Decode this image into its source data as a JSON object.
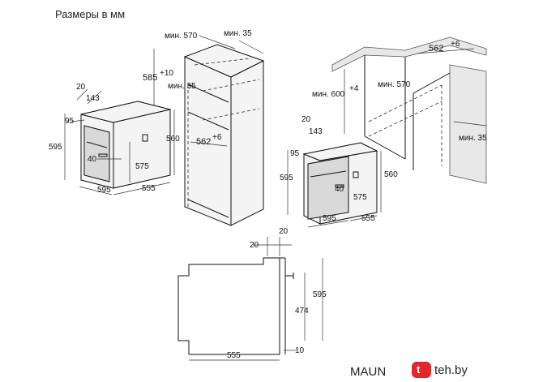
{
  "title": "Размеры в мм",
  "left_oven": {
    "w_595": "595",
    "h_595": "595",
    "d_555": "555",
    "d_20": "20",
    "d_143": "143",
    "d_95": "95",
    "d_40": "40",
    "h_575": "575",
    "h_560": "560"
  },
  "column": {
    "min_570": "мин. 570",
    "min_35_top": "мин. 35",
    "h_585": "585",
    "h_585_sup": "+10",
    "min_35_mid": "мин. 35",
    "d_562": "562",
    "d_562_sup": "+6"
  },
  "right_oven": {
    "w_595": "595",
    "h_595": "595",
    "d_555": "555",
    "d_20": "20",
    "d_143": "143",
    "d_95": "95",
    "d_40": "40",
    "h_575": "575",
    "h_560": "560"
  },
  "counter": {
    "d_562": "562",
    "d_562_sup": "+6",
    "min_600": "мин. 600",
    "min_600_sup": "+4",
    "min_570": "мин. 570",
    "min_35": "мин. 35"
  },
  "side_view": {
    "d_20_left": "20",
    "d_20_right": "20",
    "h_595": "595",
    "h_474": "474",
    "d_555": "555",
    "d_10": "10"
  },
  "watermark": {
    "brand": "MAUN",
    "site": "teh.by"
  },
  "colors": {
    "badge": "#e3262b",
    "line": "#111111"
  }
}
